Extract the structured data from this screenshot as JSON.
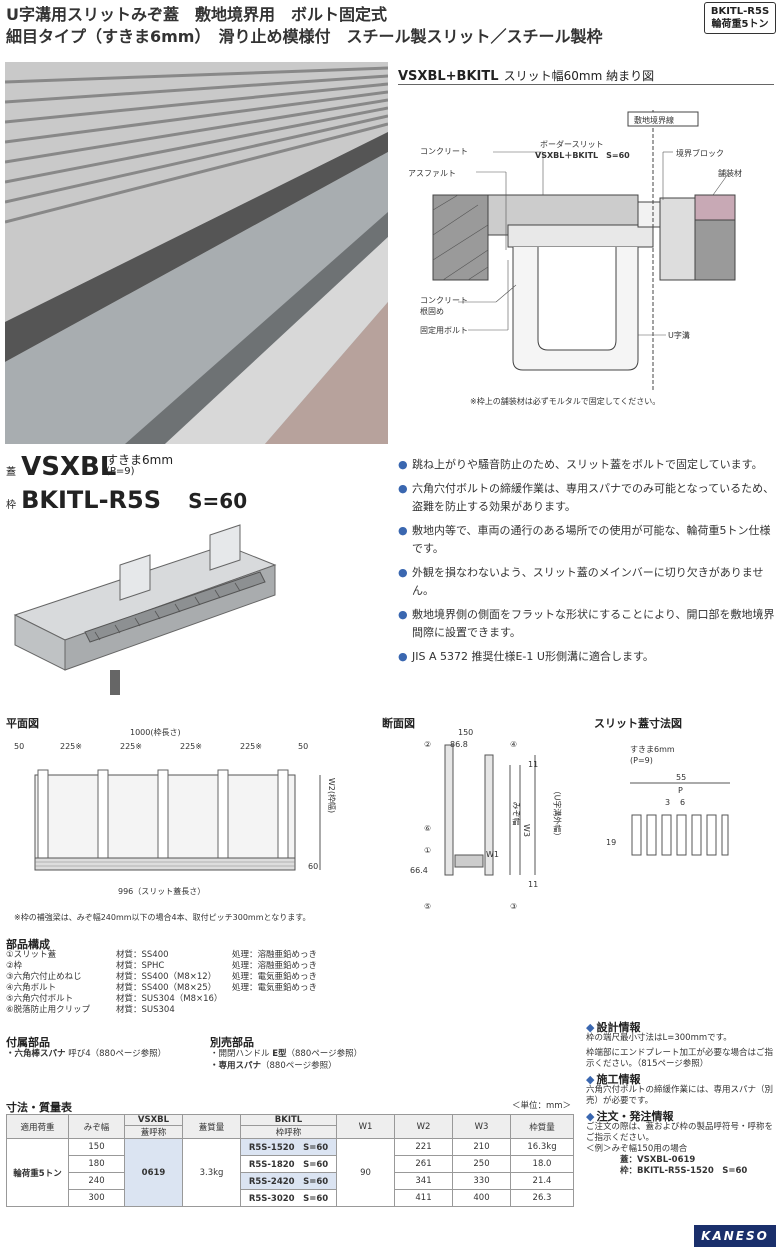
{
  "header": {
    "line1": "U字溝用スリットみぞ蓋　敷地境界用　ボルト固定式",
    "line2": "細目タイプ（すきま6mm）　滑り止め模様付　スチール製スリット／スチール製枠"
  },
  "badge": {
    "line1": "BKITL-R5S",
    "line2": "輪荷重5トン"
  },
  "install": {
    "title": "VSXBL+BKITL",
    "title_rest": "スリット幅60mm 納まり図",
    "labels": {
      "boundary": "敷地境界線",
      "concrete": "コンクリート",
      "border_slit": "ボーダースリット",
      "border_slit_model": "VSXBL＋BKITL　S=60",
      "boundary_block": "境界ブロック",
      "asphalt": "アスファルト",
      "paving": "舗装材",
      "concrete_root": "コンクリート\n根固め",
      "bolt": "固定用ボルト",
      "u_channel": "U字溝"
    },
    "note": "※枠上の舗装材は必ずモルタルで固定してください。"
  },
  "product": {
    "lid_mark": "蓋",
    "lid_name": "VSXBL",
    "lid_gap": "すきま6mm",
    "lid_pitch": "(P=9)",
    "frame_mark": "枠",
    "frame_name": "BKITL-R5S",
    "frame_s": "S=60"
  },
  "features": [
    "跳ね上がりや騒音防止のため、スリット蓋をボルトで固定しています。",
    "六角穴付ボルトの締緩作業は、専用スパナでのみ可能となっているため、盗難を防止する効果があります。",
    "敷地内等で、車両の通行のある場所での使用が可能な、輪荷重5トン仕様です。",
    "外観を損なわないよう、スリット蓋のメインバーに切り欠きがありません。",
    "敷地境界側の側面をフラットな形状にすることにより、開口部を敷地境界間際に設置できます。",
    "JIS A 5372 推奨仕様E-1 U形側溝に適合します。"
  ],
  "plan": {
    "title": "平面図",
    "total": "1000(枠長さ)",
    "end": "50",
    "span": "225※",
    "w2": "W2(枠幅)",
    "h60": "60",
    "slit_len": "996（スリット蓋長さ）",
    "note": "※枠の補強梁は、みぞ幅240mm以下の場合4本、取付ピッチ300mmとなります。"
  },
  "section": {
    "title": "断面図",
    "d150": "150",
    "d868": "86.8",
    "d11a": "11",
    "d11b": "11",
    "d664": "66.4",
    "w": "みぞ幅",
    "w1": "W1",
    "w3": "W3",
    "w3b": "（U字溝外幅）",
    "n1": "①",
    "n2": "②",
    "n3": "③",
    "n4": "④",
    "n5": "⑤",
    "n6": "⑥"
  },
  "slit": {
    "title": "スリット蓋寸法図",
    "gap": "すきま6mm",
    "pitch": "(P=9)",
    "w55": "55",
    "p": "P",
    "d3": "3",
    "d6": "6",
    "h19": "19"
  },
  "parts": {
    "title": "部品構成",
    "items": [
      {
        "name": "①スリット蓋",
        "mat": "材質：SS400",
        "proc": "処理：溶融亜鉛めっき"
      },
      {
        "name": "②枠",
        "mat": "材質：SPHC",
        "proc": "処理：溶融亜鉛めっき"
      },
      {
        "name": "③六角穴付止めねじ",
        "mat": "材質：SS400（M8×12）",
        "proc": "処理：電気亜鉛めっき"
      },
      {
        "name": "④六角ボルト",
        "mat": "材質：SS400（M8×25）",
        "proc": "処理：電気亜鉛めっき"
      },
      {
        "name": "⑤六角穴付ボルト",
        "mat": "材質：SUS304（M8×16）",
        "proc": ""
      },
      {
        "name": "⑥脱落防止用クリップ",
        "mat": "材質：SUS304",
        "proc": ""
      }
    ]
  },
  "accessory": {
    "title": "付属部品",
    "item_b": "・六角棒スパナ",
    "item": " 呼び4（880ページ参照）"
  },
  "separate": {
    "title": "別売部品",
    "item1": "・開閉ハンドル ",
    "item1b": "E型",
    "item1c": "（880ページ参照）",
    "item2b": "・専用スパナ",
    "item2": "（880ページ参照）"
  },
  "table": {
    "title": "寸法・質量表",
    "unit": "＜単位：mm＞",
    "h": {
      "load": "適用荷重",
      "width": "みぞ幅",
      "vsxbl": "VSXBL",
      "lid_no": "蓋呼称",
      "lid_mass": "蓋質量",
      "bkitl": "BKITL",
      "frame_no": "枠呼称",
      "w1": "W1",
      "w2": "W2",
      "w3": "W3",
      "mass": "枠質量"
    },
    "load": "輪荷重5トン",
    "lid": "0619",
    "lid_mass": "3.3kg",
    "w1": "90",
    "rows": [
      {
        "w": "150",
        "f": "R5S-1520　S=60",
        "w2": "221",
        "w3": "210",
        "m": "16.3kg"
      },
      {
        "w": "180",
        "f": "R5S-1820　S=60",
        "w2": "261",
        "w3": "250",
        "m": "18.0"
      },
      {
        "w": "240",
        "f": "R5S-2420　S=60",
        "w2": "341",
        "w3": "330",
        "m": "21.4"
      },
      {
        "w": "300",
        "f": "R5S-3020　S=60",
        "w2": "411",
        "w3": "400",
        "m": "26.3"
      }
    ]
  },
  "info": {
    "design_t": "設計情報",
    "design1": "枠の端尺最小寸法はL=300mmです。",
    "design2": "枠端部にエンドプレート加工が必要な場合はご指示ください。（815ページ参照）",
    "build_t": "施工情報",
    "build": "六角穴付ボルトの締緩作業には、専用スパナ（別売）が必要です。",
    "order_t": "注文・発注情報",
    "order": "ご注文の際は、蓋および枠の製品呼符号・呼称をご指示ください。",
    "ex": "＜例＞みぞ幅150用の場合",
    "ex1": "蓋：VSXBL-0619",
    "ex2": "枠：BKITL-R5S-1520　S=60"
  },
  "logo": "KANESO",
  "colors": {
    "accent": "#3a67b0",
    "navy": "#1a2f6b"
  }
}
